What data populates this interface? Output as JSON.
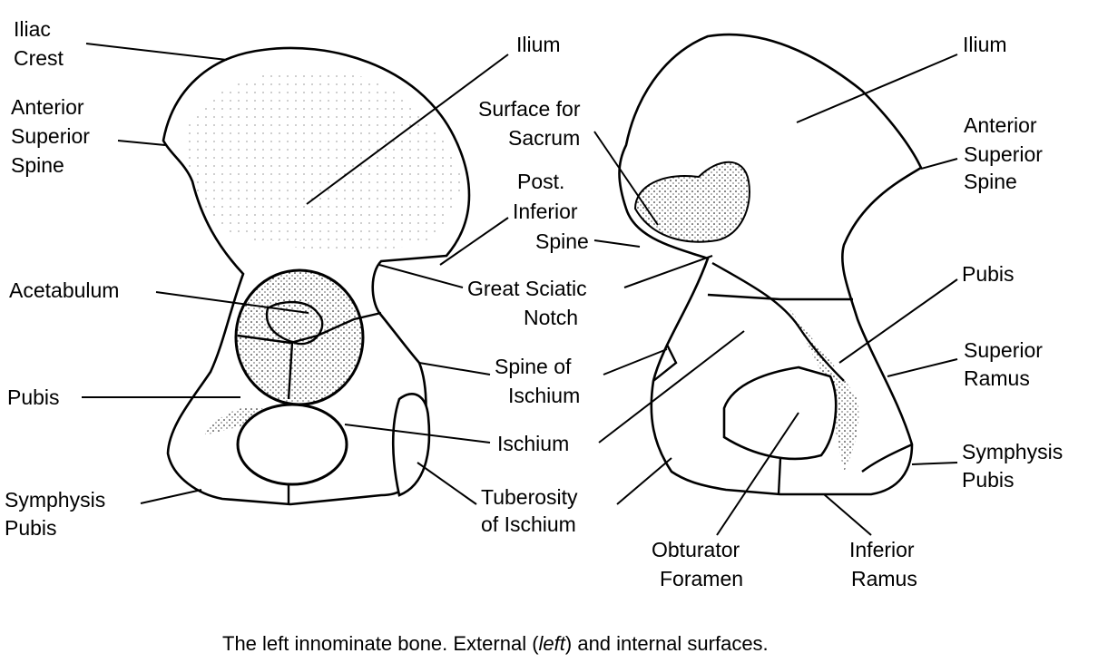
{
  "left_figure": {
    "iliac_crest": [
      "Iliac",
      "Crest"
    ],
    "anterior_superior_spine": [
      "Anterior",
      "Superior",
      "Spine"
    ],
    "acetabulum": [
      "Acetabulum"
    ],
    "pubis": [
      "Pubis"
    ],
    "symphysis_pubis": [
      "Symphysis",
      "Pubis"
    ],
    "ilium": [
      "Ilium"
    ]
  },
  "center_labels": {
    "surface_for_sacrum": [
      "Surface for",
      "Sacrum"
    ],
    "post_inferior_spine": [
      "Post.",
      "Inferior",
      "Spine"
    ],
    "great_sciatic_notch": [
      "Great Sciatic",
      "Notch"
    ],
    "spine_of_ischium": [
      "Spine of",
      "Ischium"
    ],
    "ischium": [
      "Ischium"
    ],
    "tuberosity_of_ischium": [
      "Tuberosity",
      "of Ischium"
    ],
    "obturator_foramen": [
      "Obturator",
      "Foramen"
    ],
    "inferior_ramus": [
      "Inferior",
      "Ramus"
    ]
  },
  "right_figure": {
    "ilium": [
      "Ilium"
    ],
    "anterior_superior_spine": [
      "Anterior",
      "Superior",
      "Spine"
    ],
    "pubis": [
      "Pubis"
    ],
    "superior_ramus": [
      "Superior",
      "Ramus"
    ],
    "symphysis_pubis": [
      "Symphysis",
      "Pubis"
    ]
  },
  "caption": {
    "before": "The left innominate bone. External (",
    "italic": "left",
    "after": ") and internal surfaces."
  }
}
